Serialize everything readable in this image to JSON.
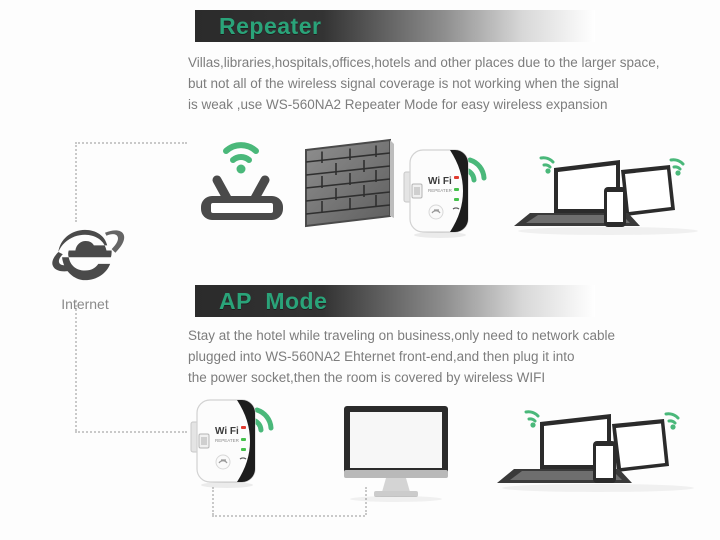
{
  "page": {
    "background_color": "#fdfdfd",
    "accent_green": "#2aa379",
    "banner_dark": "#2b2b2b",
    "body_text_color": "#7d7d7d",
    "led_red": "#e03a2f",
    "led_green": "#44c14a"
  },
  "internet": {
    "label": "Internet",
    "icon": "internet-explorer-e-icon"
  },
  "sections": [
    {
      "id": "repeater",
      "banner_title": "Repeater",
      "description": "Villas,libraries,hospitals,offices,hotels and other places due to the larger space,\nbut not all of the wireless signal coverage is not working when the signal\nis weak ,use  WS-560NA2  Repeater Mode  for easy wireless expansion",
      "model": "WS-560NA2",
      "devices": [
        "wifi-router-icon",
        "brick-wall-icon",
        "wifi-repeater-device",
        "laptop-tablet-phone-cluster"
      ]
    },
    {
      "id": "ap-mode",
      "banner_title": "AP  Mode",
      "description": "Stay at the hotel while traveling on business,only need to network cable\nplugged into  WS-560NA2  Ehternet front-end,and then plug it into\nthe power socket,then the room is covered by wireless WIFI",
      "model": "WS-560NA2",
      "devices": [
        "wifi-repeater-device",
        "desktop-monitor-icon",
        "laptop-tablet-phone-cluster"
      ]
    }
  ],
  "repeater_device": {
    "brand_line1": "Wi Fi",
    "brand_line2": "REPEATER",
    "leds": [
      {
        "name": "power-led",
        "color": "#e03a2f"
      },
      {
        "name": "signal-led-1",
        "color": "#44c14a"
      },
      {
        "name": "signal-led-2",
        "color": "#44c14a"
      },
      {
        "name": "wifi-led",
        "color": "#3a3a3a"
      }
    ],
    "ports": [
      "ethernet-port",
      "wps-button"
    ]
  }
}
